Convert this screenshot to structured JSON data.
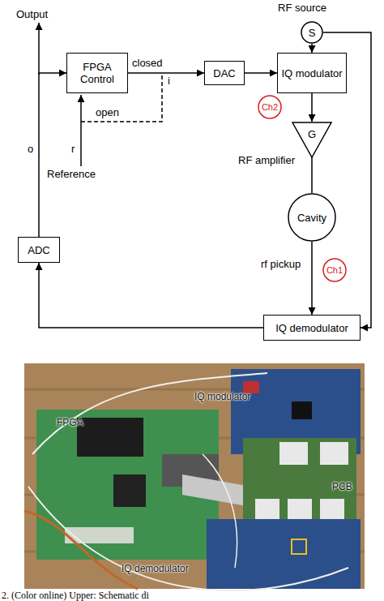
{
  "diagram": {
    "caption": "2. (Color online) Upper: Schematic di",
    "nodes": [
      {
        "text": [
          "RF source",
          "S"
        ]
      },
      {
        "text": [
          "FPGA Control"
        ]
      },
      {
        "text": [
          "DAC"
        ]
      },
      {
        "text": [
          "IQ modulator"
        ]
      },
      {
        "text": [
          "G",
          "RF amplifier"
        ]
      },
      {
        "text": [
          "Cavity"
        ]
      },
      {
        "text": [
          "IQ demodulator"
        ]
      },
      {
        "text": [
          "ADC"
        ]
      },
      {
        "text": [
          "Ch2"
        ]
      },
      {
        "text": [
          "Ch1"
        ]
      }
    ],
    "edges": [
      {
        "from": 0,
        "to": 3,
        "arrow": "to"
      },
      {
        "from": 0,
        "to": 6,
        "arrow": "to"
      },
      {
        "from": 1,
        "to": 2,
        "label": "closed",
        "arrow": "to"
      },
      {
        "from": 2,
        "to": 3,
        "arrow": "to"
      },
      {
        "from": 3,
        "to": 4,
        "arrow": "to"
      },
      {
        "from": 4,
        "to": 5,
        "arrow": "none"
      },
      {
        "from": 5,
        "to": 6,
        "label": "rf pickup",
        "arrow": "to"
      },
      {
        "from": 6,
        "to": 7,
        "arrow": "to"
      },
      {
        "from": 7,
        "to": 1,
        "arrow": "to"
      }
    ],
    "labels": [
      "Output",
      "o",
      "i",
      "open",
      "Reference",
      "r",
      "IQ modulator",
      "FPGA",
      "PCB",
      "IQ demodulator"
    ]
  }
}
